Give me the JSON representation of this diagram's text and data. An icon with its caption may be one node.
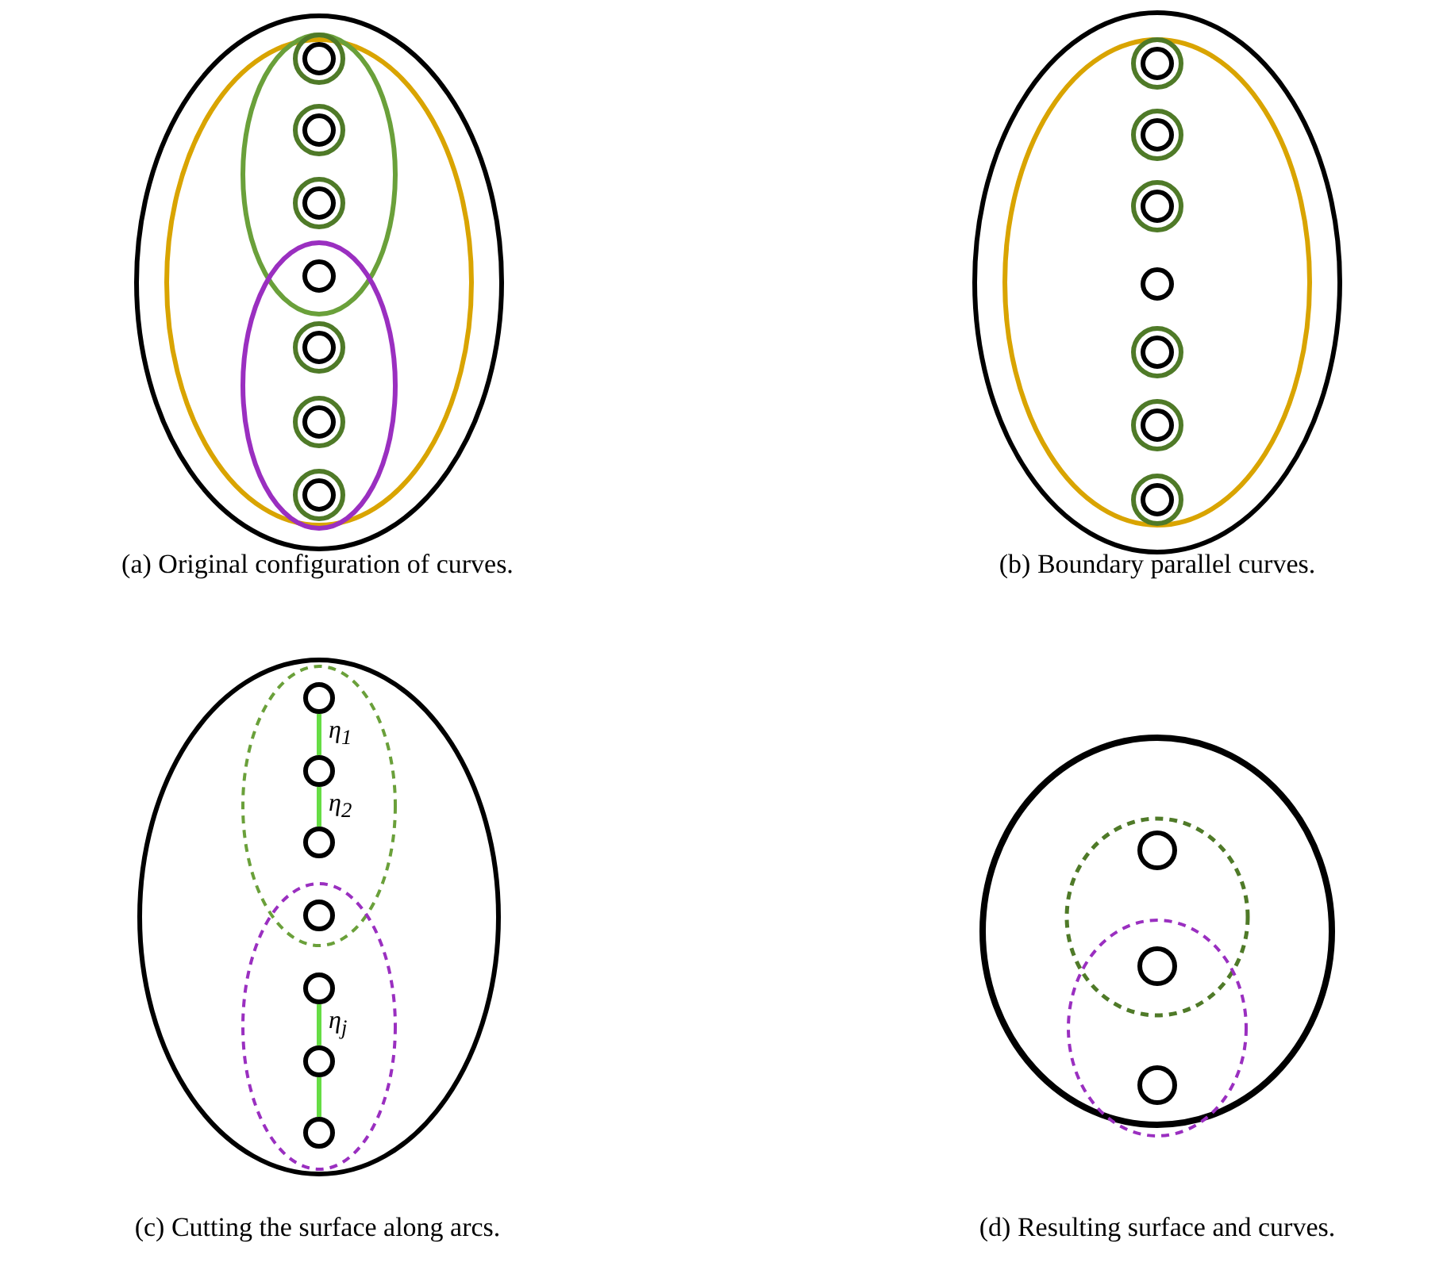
{
  "diagram": {
    "nodes": [
      {
        "text": [],
        "shape": "circle"
      },
      {
        "text": [],
        "shape": "circle"
      },
      {
        "text": [],
        "shape": "circle"
      },
      {
        "text": [],
        "shape": "circle"
      },
      {
        "text": [],
        "shape": "circle"
      },
      {
        "text": [],
        "shape": "circle"
      },
      {
        "text": [],
        "shape": "circle"
      }
    ],
    "edges": [
      {
        "from": 0,
        "to": 1,
        "arrow": "none",
        "label": "η$_{1}$"
      },
      {
        "from": 1,
        "to": 2,
        "arrow": "none",
        "label": "η$_{2}$"
      },
      {
        "from": 4,
        "to": 5,
        "arrow": "none",
        "label": "η$_{j}$"
      },
      {
        "from": 5,
        "to": 6,
        "arrow": "none"
      }
    ],
    "labels": [
      "(a) Original configuration of curves.",
      "(b) Boundary parallel curves.",
      "(c) Cutting the surface along arcs.",
      "(d) Resulting surface and curves."
    ]
  }
}
